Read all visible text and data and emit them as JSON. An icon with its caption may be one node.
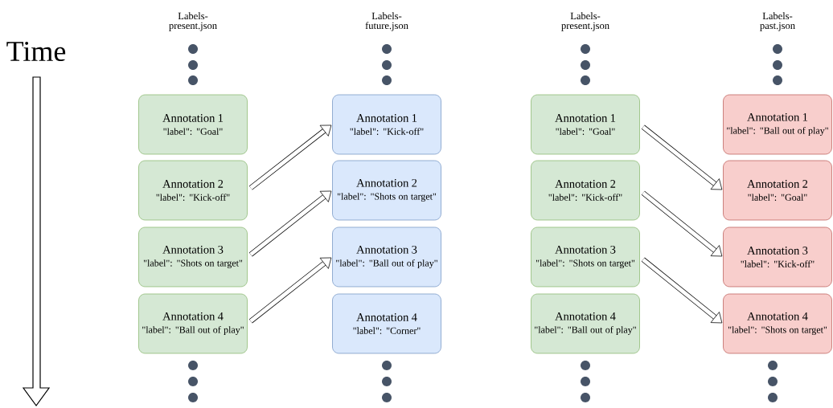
{
  "diagram": {
    "nodes": [
      {
        "text": [
          "Annotation 1",
          "\"label\": \"Goal\""
        ]
      },
      {
        "text": [
          "Annotation 2",
          "\"label\": \"Kick-off\""
        ]
      },
      {
        "text": [
          "Annotation 3",
          "\"label\": \"Shots on target\""
        ]
      },
      {
        "text": [
          "Annotation 4",
          "\"label\": \"Ball out of play\""
        ]
      },
      {
        "text": [
          "Annotation 1",
          "\"label\": \"Kick-off\""
        ]
      },
      {
        "text": [
          "Annotation 2",
          "\"label\": \"Shots on target\""
        ]
      },
      {
        "text": [
          "Annotation 3",
          "\"label\": \"Ball out of play\""
        ]
      },
      {
        "text": [
          "Annotation 4",
          "\"label\": \"Corner\""
        ]
      },
      {
        "text": [
          "Annotation 1",
          "\"label\": \"Goal\""
        ]
      },
      {
        "text": [
          "Annotation 2",
          "\"label\": \"Kick-off\""
        ]
      },
      {
        "text": [
          "Annotation 3",
          "\"label\": \"Shots on target\""
        ]
      },
      {
        "text": [
          "Annotation 4",
          "\"label\": \"Ball out of play\""
        ]
      },
      {
        "text": [
          "Annotation 1",
          "\"label\": \"Ball out of play\""
        ]
      },
      {
        "text": [
          "Annotation 2",
          "\"label\": \"Goal\""
        ]
      },
      {
        "text": [
          "Annotation 3",
          "\"label\": \"Kick-off\""
        ]
      },
      {
        "text": [
          "Annotation 4",
          "\"label\": \"Shots on target\""
        ]
      }
    ],
    "edges": [
      {
        "from": 1,
        "to": 4,
        "arrow": "to"
      },
      {
        "from": 2,
        "to": 5,
        "arrow": "to"
      },
      {
        "from": 3,
        "to": 6,
        "arrow": "to"
      },
      {
        "from": 8,
        "to": 13,
        "arrow": "to"
      },
      {
        "from": 9,
        "to": 14,
        "arrow": "to"
      },
      {
        "from": 10,
        "to": 15,
        "arrow": "to"
      }
    ],
    "labels": [
      "Labels-present.json",
      "Labels-future.json",
      "Labels-present.json",
      "Labels-past.json",
      "Time"
    ]
  }
}
